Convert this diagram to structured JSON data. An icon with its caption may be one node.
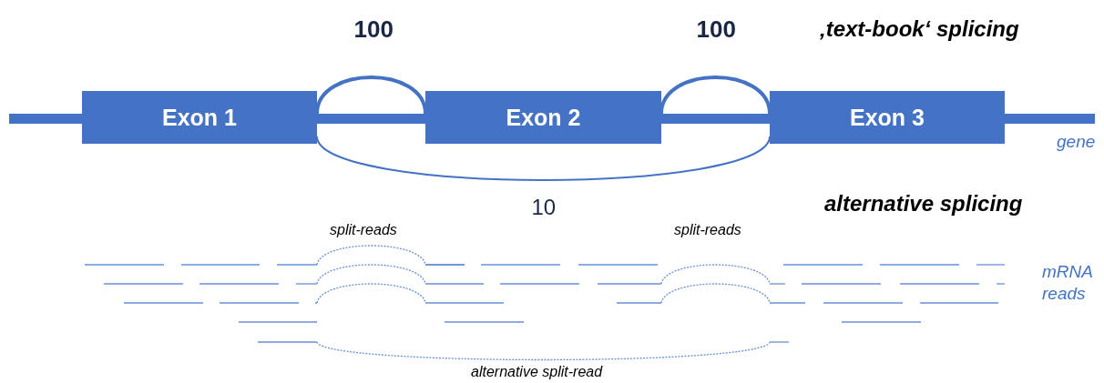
{
  "diagram": {
    "nodes": [
      {
        "text": [
          "Exon 1"
        ]
      },
      {
        "text": [
          "Exon 2"
        ]
      },
      {
        "text": [
          "Exon 3"
        ]
      }
    ],
    "edges": [
      {
        "from": 0,
        "to": 1,
        "arrow": "none",
        "label": "100"
      },
      {
        "from": 1,
        "to": 2,
        "arrow": "none",
        "label": "100"
      },
      {
        "from": 0,
        "to": 2,
        "arrow": "none",
        "label": "10"
      }
    ],
    "labels": [
      "‚text-book‘ splicing",
      "gene",
      "alternative splicing",
      "split-reads",
      "split-reads",
      "mRNA reads",
      "alternative split-read"
    ]
  }
}
